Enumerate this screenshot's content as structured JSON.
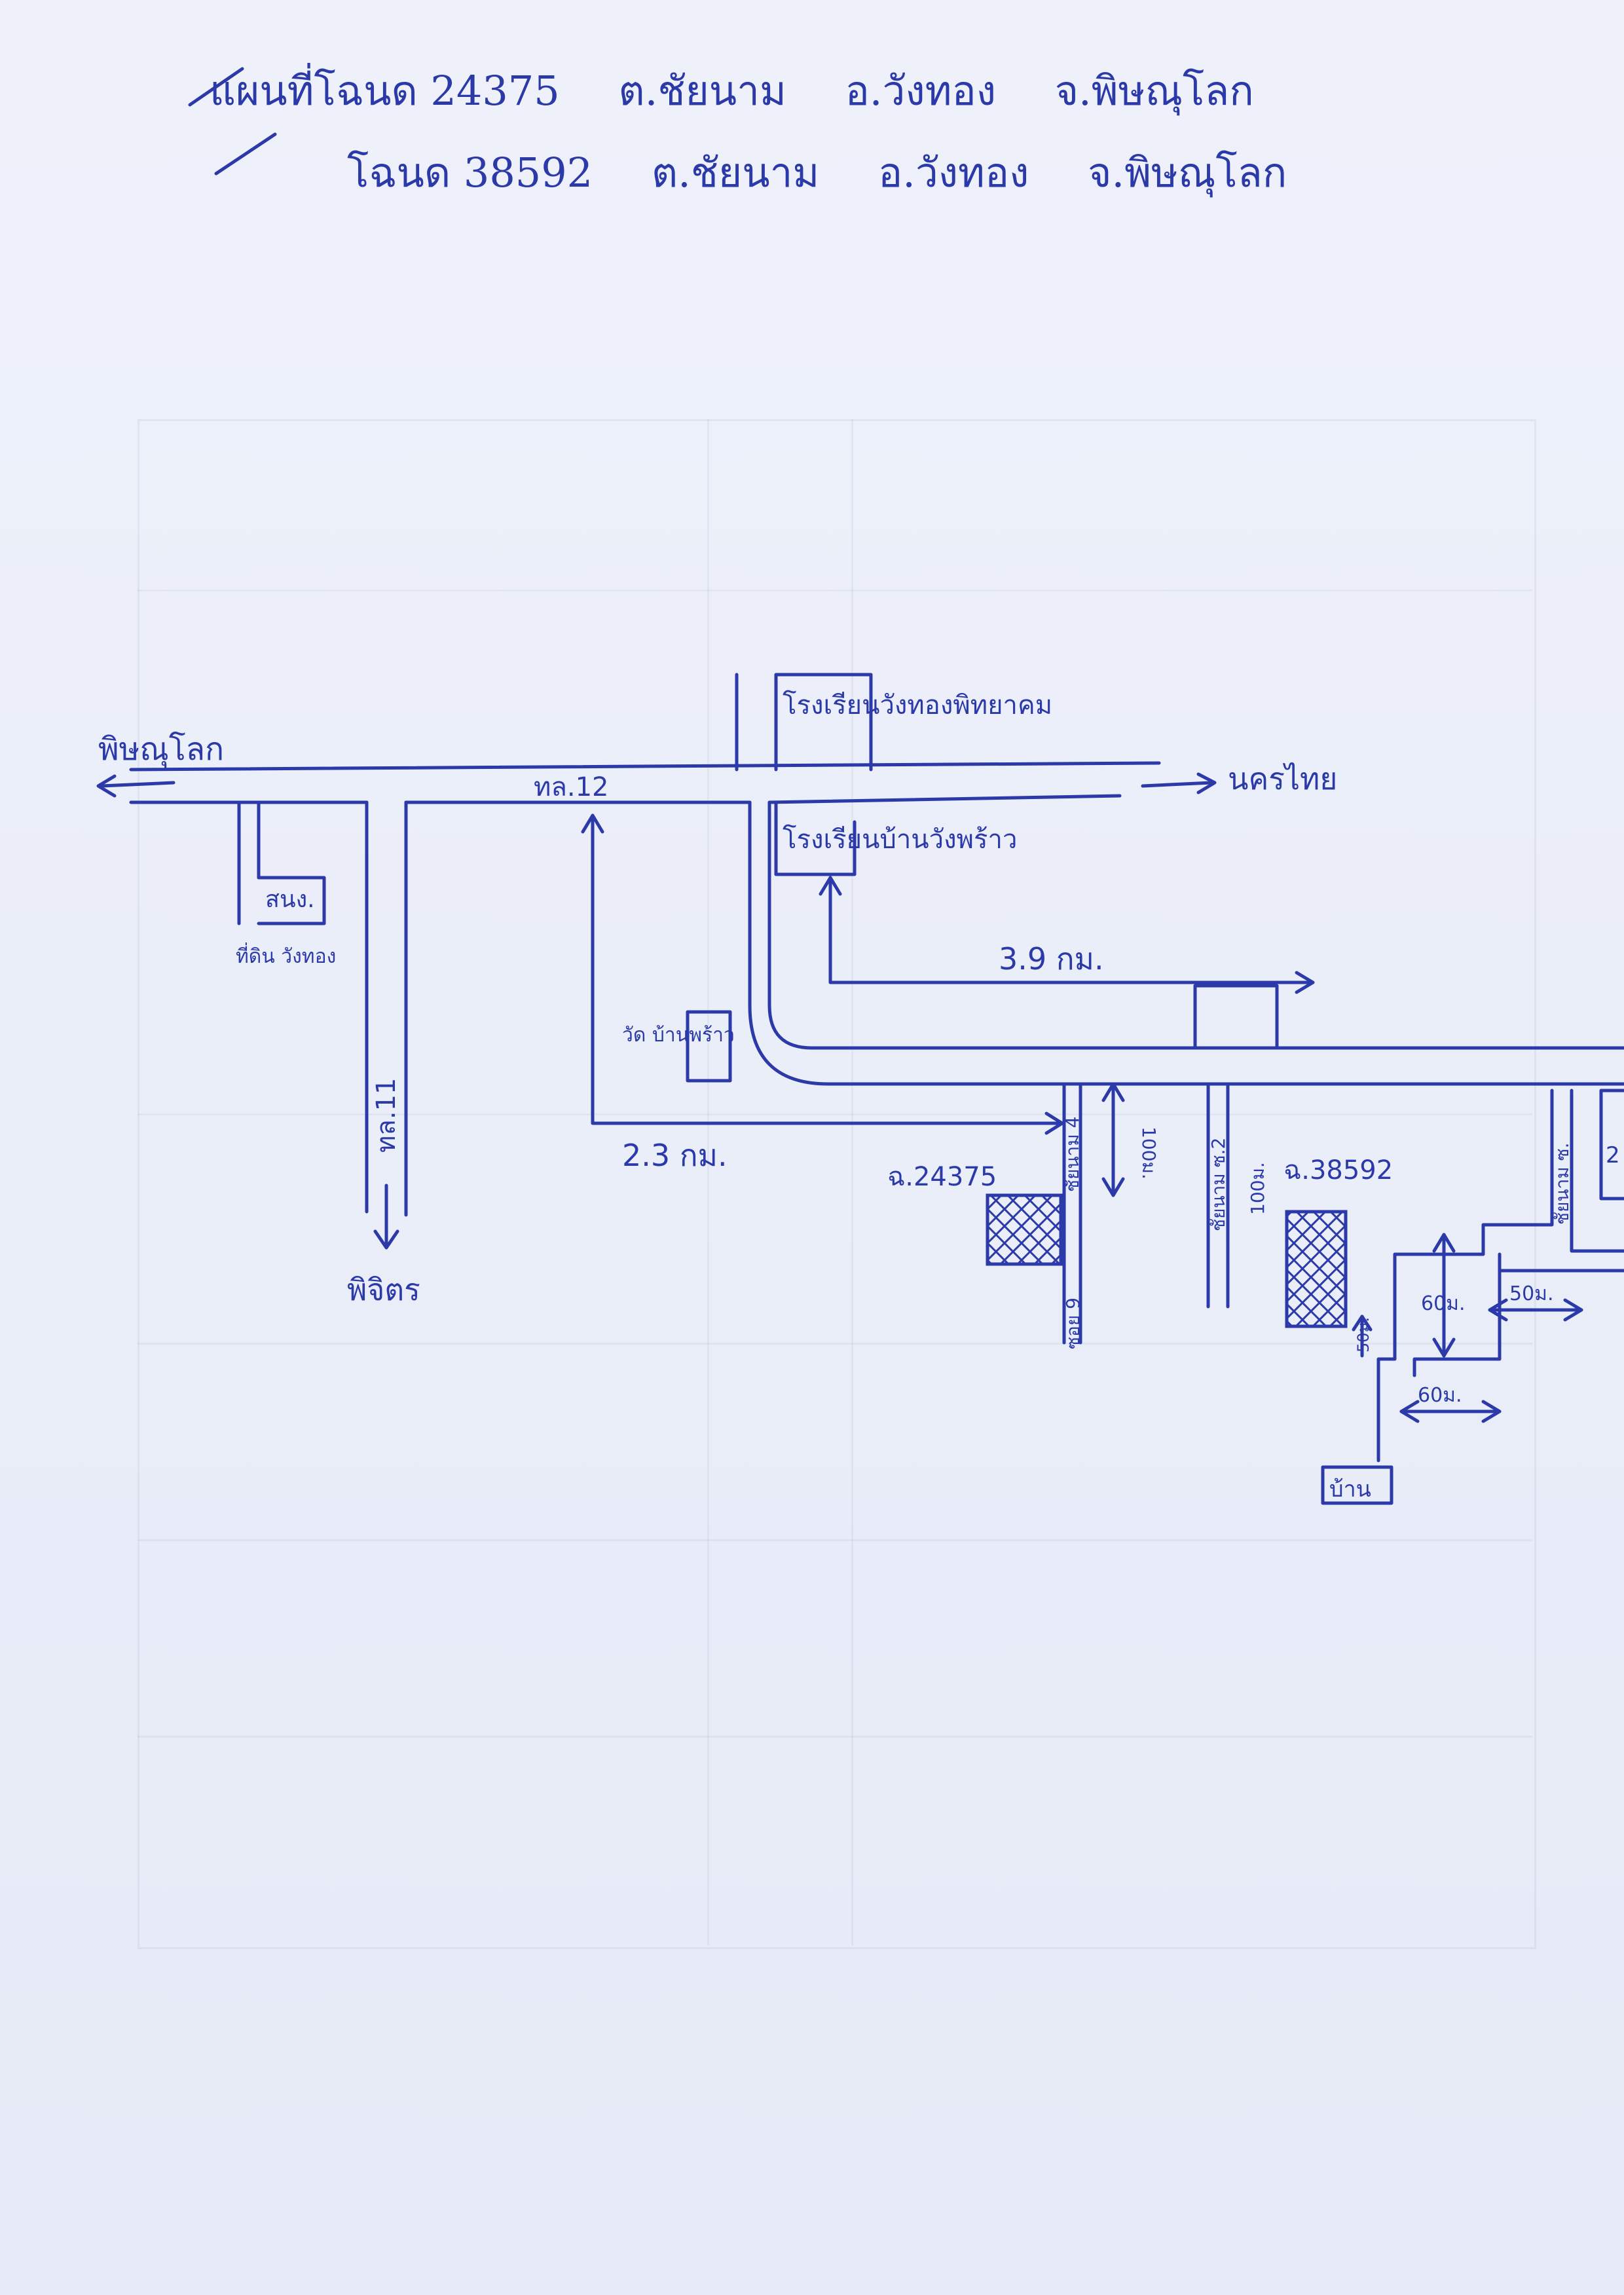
{
  "title": {
    "line1": [
      "แผนที่โฉนด 24375",
      "ต.ชัยนาม",
      "อ.วังทอง",
      "จ.พิษณุโลก"
    ],
    "line2": [
      "โฉนด 38592",
      "ต.ชัยนาม",
      "อ.วังทอง",
      "จ.พิษณุโลก"
    ]
  },
  "map": {
    "road_main": "ทล.12",
    "road_side": "ทล.11",
    "dest_west": "พิษณุโลก",
    "dest_east": "นครไทย",
    "dest_south": "พิจิตร",
    "school_north": "โรงเรียนวังทองพิทยาคม",
    "school_south": "โรงเรียนบ้านวังพร้าว",
    "office": "สนง.",
    "office_sub": "ที่ดิน วังทอง",
    "temple": "วัด บ้านพร้าว",
    "dist_1": "2.3 กม.",
    "dist_2": "3.9 กม.",
    "plot_1": "ฉ.24375",
    "plot_2": "ฉ.38592",
    "soi_1": "ชัยนาม 4",
    "soi_1b": "ซอย 9",
    "soi_2": "ชัยนาม ซ.2",
    "soi_3": "ชัยนาม ซ.",
    "m100a": "100ม.",
    "m100b": "100ม.",
    "m60": "60ม.",
    "m50a": "50ม.",
    "m50b": "50ม.",
    "m60b": "60ม.",
    "house": "บ้าน",
    "edge_2": "2"
  },
  "colors": {
    "ink": "#2b3aa8",
    "paper": "#eef1fa"
  }
}
